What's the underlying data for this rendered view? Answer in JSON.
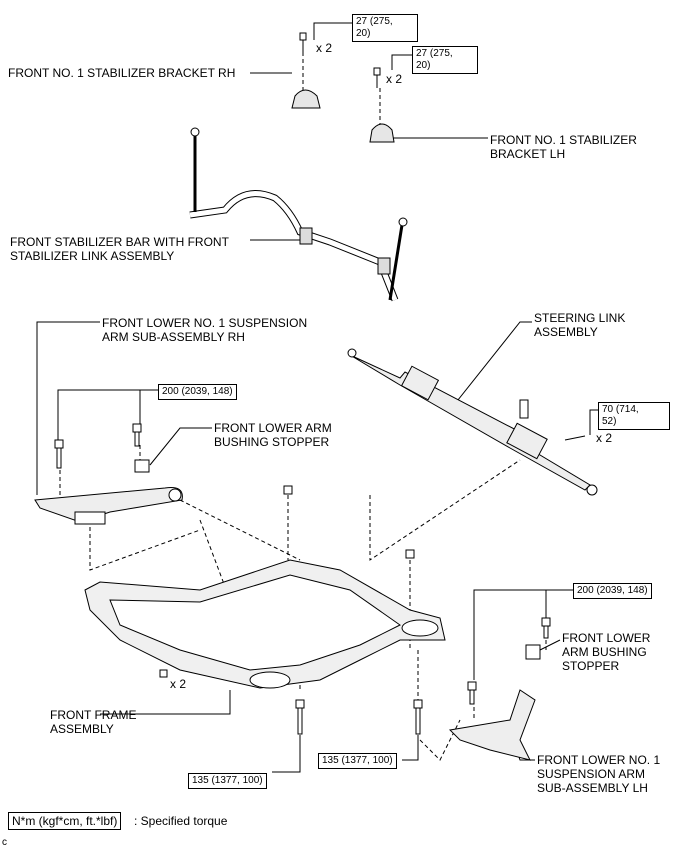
{
  "labels": {
    "bracket_rh": "FRONT NO. 1 STABILIZER BRACKET RH",
    "bracket_lh": "FRONT NO. 1 STABILIZER\nBRACKET LH",
    "stabilizer_bar": "FRONT STABILIZER BAR WITH FRONT\nSTABILIZER LINK ASSEMBLY",
    "arm_rh": "FRONT LOWER NO. 1 SUSPENSION\nARM SUB-ASSEMBLY RH",
    "steering_link": "STEERING LINK\nASSEMBLY",
    "bushing_stopper_rh": "FRONT LOWER ARM\nBUSHING STOPPER",
    "bushing_stopper_lh": "FRONT LOWER\nARM BUSHING\nSTOPPER",
    "frame": "FRONT FRAME\nASSEMBLY",
    "arm_lh": "FRONT LOWER NO. 1\nSUSPENSION ARM\nSUB-ASSEMBLY LH"
  },
  "torques": {
    "t27_a": "27 (275,\n20)",
    "t27_b": "27 (275,\n20)",
    "t200_rh": "200 (2039, 148)",
    "t70": "70 (714,\n52)",
    "t200_lh": "200 (2039, 148)",
    "t135_a": "135 (1377, 100)",
    "t135_b": "135 (1377, 100)"
  },
  "quantities": {
    "q1": "x 2",
    "q2": "x 2",
    "q3": "x 2",
    "q4": "x 2"
  },
  "legend": {
    "box": "N*m (kgf*cm, ft.*lbf)",
    "text": ": Specified torque"
  },
  "figure_code": "c"
}
